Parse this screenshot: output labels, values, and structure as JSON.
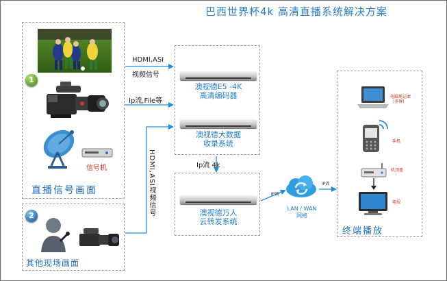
{
  "title": "巴西世界杯4k 高清直播系统解决方案",
  "live_box": {
    "badge": "1",
    "caption": "直播信号画面",
    "receiver_label": "信号机"
  },
  "other_box": {
    "badge": "2",
    "caption": "其他现场画面"
  },
  "arrow_labels": {
    "hdmi_asi_line1": "HDMI,ASI",
    "hdmi_asi_line2": "视频信号",
    "ip_file": "Ip流,File等",
    "vertical_hdmi": "HDMI,ASI视频信号",
    "ip_4k": "Ip流  4k",
    "ip_flow_left": "IP流",
    "ip_flow_right": "IP流"
  },
  "encoder": {
    "line1": "澳视德E5 -4K",
    "line2": "高清编码器"
  },
  "bigdata": {
    "line1": "澳视德大数据",
    "line2": "收录系统"
  },
  "cloud_relay": {
    "line1": "澳视德万人",
    "line2": "云转发系统"
  },
  "network": {
    "line1": "LAN / WAN",
    "line2": "网络"
  },
  "terminal": {
    "caption": "终端播放",
    "laptop_line1": "电脑笔记本",
    "laptop_line2": "(多屏)",
    "phone": "手机",
    "stb": "机顶盒",
    "tv": "电视"
  },
  "colors": {
    "accent": "#2a7cc4",
    "arrow": "#1e8fd6",
    "terminal_label": "#d2321e"
  }
}
